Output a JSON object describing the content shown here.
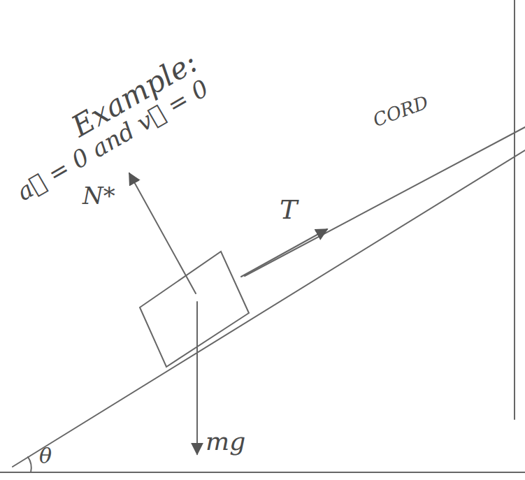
{
  "diagram": {
    "labels": [
      "Example:",
      "a⃗ = 0 and v⃗ = 0",
      "CORD",
      "N*",
      "T",
      "mg",
      "θ"
    ]
  }
}
